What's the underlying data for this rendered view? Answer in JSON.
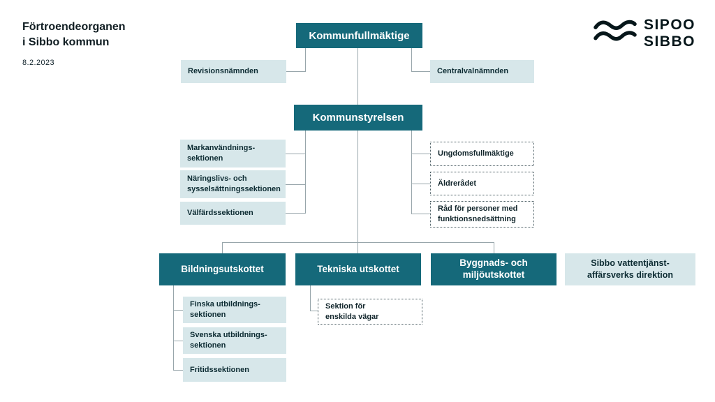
{
  "title": {
    "line1": "Förtroendeorganen",
    "line2": "i Sibbo kommun",
    "date": "8.2.2023"
  },
  "logo": {
    "line1": "SIPOO",
    "line2": "SIBBO"
  },
  "colors": {
    "teal": "#15697A",
    "light": "#D7E7EA",
    "line": "#98A6AB"
  },
  "nodes": {
    "kf": "Kommunfullmäktige",
    "revision": "Revisionsnämnden",
    "centralval": "Centralvalnämnden",
    "ks": "Kommunstyrelsen",
    "markanvandning": "Markanvändnings-\nsektionen",
    "naringsliv": "Näringslivs- och\nsysselsättningssektionen",
    "valfard": "Välfärdssektionen",
    "ungdom": "Ungdomsfullmäktige",
    "aldre": "Äldrerådet",
    "radfunk": "Råd för personer med\nfunktionsnedsättning",
    "bildning": "Bildningsutskottet",
    "tekniska": "Tekniska utskottet",
    "byggnads": "Byggnads- och\nmiljöutskottet",
    "vatten": "Sibbo vattentjänst-\naffärsverks direktion",
    "finska": "Finska utbildnings-\nsektionen",
    "svenska": "Svenska utbildnings-\nsektionen",
    "fritid": "Fritidssektionen",
    "enskilda": "Sektion för\nenskilda vägar"
  },
  "hierarchy": {
    "Kommunfullmäktige": [
      "Revisionsnämnden",
      "Centralvalnämnden",
      "Kommunstyrelsen"
    ],
    "Kommunstyrelsen": [
      "Markanvändningssektionen",
      "Näringslivs- och sysselsättningssektionen",
      "Välfärdssektionen",
      "Ungdomsfullmäktige",
      "Äldrerådet",
      "Råd för personer med funktionsnedsättning",
      "Bildningsutskottet",
      "Tekniska utskottet",
      "Byggnads- och miljöutskottet"
    ],
    "Bildningsutskottet": [
      "Finska utbildningssektionen",
      "Svenska utbildningssektionen",
      "Fritidssektionen"
    ],
    "Tekniska utskottet": [
      "Sektion för enskilda vägar"
    ]
  }
}
